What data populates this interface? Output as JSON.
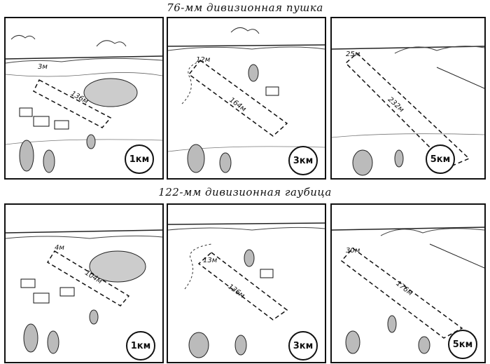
{
  "sections": [
    {
      "title": "76-мм дивизионная пушка",
      "panels": [
        {
          "distance": "1км",
          "width_label": "3м",
          "length_label": "136м"
        },
        {
          "distance": "3км",
          "width_label": "12м",
          "length_label": "164м"
        },
        {
          "distance": "5км",
          "width_label": "25м",
          "length_label": "232м"
        }
      ]
    },
    {
      "title": "122-мм дивизионная гаубица",
      "panels": [
        {
          "distance": "1км",
          "width_label": "4м",
          "length_label": "104м"
        },
        {
          "distance": "3км",
          "width_label": "13м",
          "length_label": "136м"
        },
        {
          "distance": "5км",
          "width_label": "30м",
          "length_label": "176м"
        }
      ]
    }
  ]
}
